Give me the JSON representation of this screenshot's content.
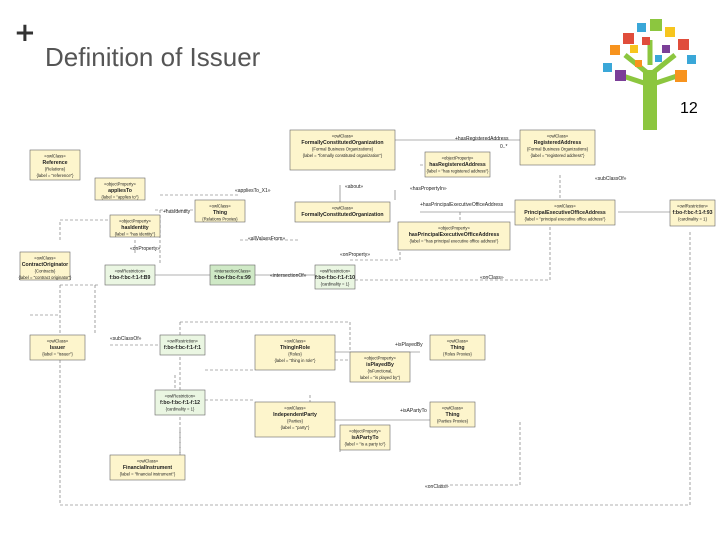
{
  "slide": {
    "title": "Definition of Issuer",
    "page_number": "12",
    "bullet": "+"
  },
  "colors": {
    "class_fill": "#fdf5cc",
    "restriction_fill": "#eaf6e2",
    "intersection_fill": "#cfe9c6",
    "border": "#666666",
    "line": "#555555"
  },
  "boxes": [
    {
      "id": "reference",
      "lines": [
        "«owlClass»",
        "Reference",
        "{Relations}",
        "{label = \"reference\"}"
      ],
      "green": false
    },
    {
      "id": "applies-to",
      "lines": [
        "«objectProperty»",
        "appliesTo",
        "{label = \"applies to\"}"
      ],
      "green": false
    },
    {
      "id": "has-identity",
      "lines": [
        "«objectProperty»",
        "hasIdentity",
        "{label = \"has identity\"}"
      ],
      "green": false
    },
    {
      "id": "thing-relations",
      "lines": [
        "«owlClass»",
        "Thing",
        "{Relations Proxies}"
      ],
      "green": false
    },
    {
      "id": "contract-originator",
      "lines": [
        "«owlClass»",
        "ContractOriginator",
        "{Contracts}",
        "{label = \"contract originator\"}"
      ],
      "green": false
    },
    {
      "id": "restriction-1",
      "lines": [
        "«owlRestriction»",
        "f:bo-f:bc-f:1-f:B9"
      ],
      "green": true
    },
    {
      "id": "intersection",
      "lines": [
        "«intersectionClass»",
        "f:bo-f:bc-f:s:99"
      ],
      "green": true,
      "dark": true
    },
    {
      "id": "restriction-2",
      "lines": [
        "«owlRestriction»",
        "f:bo-f:bc-f:1-f:10",
        "{cardinality = 1}"
      ],
      "green": true
    },
    {
      "id": "formally-constituted",
      "lines": [
        "«owlClass»",
        "FormallyConstitutedOrganization",
        "{Formal Business Organizations}",
        "{label = \"formally constituted organization\"}"
      ],
      "green": false
    },
    {
      "id": "has-registered-address",
      "lines": [
        "«objectProperty»",
        "hasRegisteredAddress",
        "{label = \"has registered address\"}"
      ],
      "green": false
    },
    {
      "id": "registered-address",
      "lines": [
        "«owlClass»",
        "RegisteredAddress",
        "{Formal Business Organizations}",
        "{label = \"registered address\"}"
      ],
      "green": false
    },
    {
      "id": "formally-constituted-2",
      "lines": [
        "«owlClass»",
        "FormallyConstitutedOrganization"
      ],
      "green": false
    },
    {
      "id": "has-principal-exec",
      "lines": [
        "«objectProperty»",
        "hasPrincipalExecutiveOfficeAddress",
        "{label = \"has principal executive office address\"}"
      ],
      "green": false
    },
    {
      "id": "principal-exec",
      "lines": [
        "«owlClass»",
        "PrincipalExecutiveOfficeAddress",
        "{label = \"principal executive office address\"}"
      ],
      "green": false
    },
    {
      "id": "restriction-3",
      "lines": [
        "«owlRestriction»",
        "f:bo-f:bc-f:1-f:93",
        "{cardinality = 1}"
      ],
      "green": false
    },
    {
      "id": "issuer",
      "lines": [
        "«owlClass»",
        "Issuer",
        "{label = \"issuer\"}"
      ],
      "green": false
    },
    {
      "id": "restriction-4",
      "lines": [
        "«owlRestriction»",
        "f:bo-f:bc-f:1-f:1"
      ],
      "green": true
    },
    {
      "id": "thing-in-role",
      "lines": [
        "«owlClass»",
        "ThingInRole",
        "{Roles}",
        "{label = \"thing in role\"}"
      ],
      "green": false
    },
    {
      "id": "is-played-by",
      "lines": [
        "«objectProperty»",
        "isPlayedBy",
        "{isFunctional,",
        "label = \"is played by\"}"
      ],
      "green": false
    },
    {
      "id": "thing-roles",
      "lines": [
        "«owlClass»",
        "Thing",
        "{Roles Proxies}"
      ],
      "green": false
    },
    {
      "id": "restriction-5",
      "lines": [
        "«owlRestriction»",
        "f:bo-f:bc-f:1-f:12",
        "{cardinality = 1}"
      ],
      "green": true
    },
    {
      "id": "independent-party",
      "lines": [
        "«owlClass»",
        "IndependentParty",
        "{Parties}",
        "{label = \"party\"}"
      ],
      "green": false
    },
    {
      "id": "thing-parties",
      "lines": [
        "«owlClass»",
        "Thing",
        "{Parties Proxies}"
      ],
      "green": false
    },
    {
      "id": "is-a-party-to",
      "lines": [
        "«objectProperty»",
        "isAPartyTo",
        "{label = \"is a party to\"}"
      ],
      "green": false
    },
    {
      "id": "financial-instrument",
      "lines": [
        "«owlClass»",
        "FinancialInstrument",
        "{label = \"financial instrument\"}"
      ],
      "green": false
    }
  ],
  "labels": [
    "+hasRegisteredAddress",
    "0..*",
    "«subClassOf»",
    "«about»",
    "«hasPropertyIn»",
    "«appliesTo_X1»",
    "+hasIdentity",
    "«onProperty»",
    "«allValuesFrom»",
    "«intersectionOf»",
    "«onClass»",
    "+hasPrincipalExecutiveOfficeAddress",
    "«subClassOf»",
    "«onProperty»",
    "+isPlayedBy",
    "+isAPartyTo",
    "«onClass»"
  ]
}
